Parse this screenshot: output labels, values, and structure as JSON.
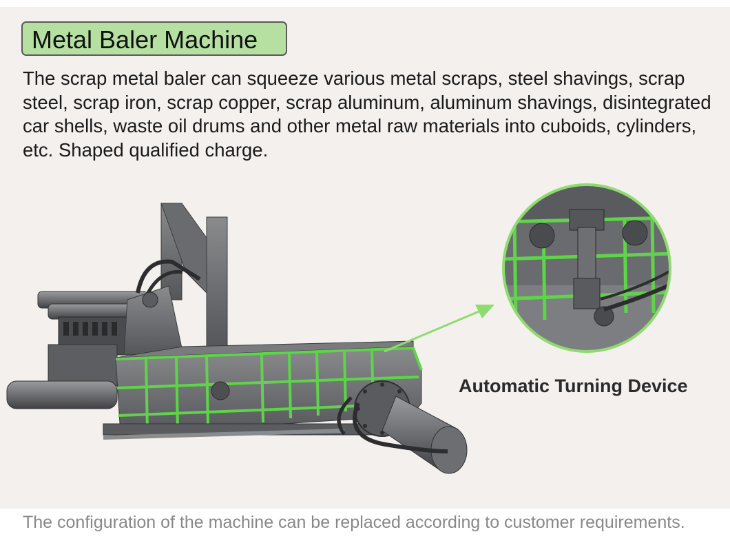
{
  "title": "Metal Baler Machine",
  "description": "The scrap metal baler can squeeze various metal scraps, steel shavings, scrap steel, scrap iron, scrap copper, scrap aluminum, aluminum shavings, disintegrated car shells, waste oil drums and other metal raw materials into cuboids, cylinders, etc. Shaped qualified charge.",
  "inset_caption": "Automatic Turning Device",
  "footer_note": "The configuration of the machine can be replaced according to customer requirements.",
  "colors": {
    "panel_background": "#f4f0ee",
    "title_fill": "#b5e0a1",
    "accent_green": "#5fd34a",
    "steel_gray": "#6b6c6e"
  }
}
